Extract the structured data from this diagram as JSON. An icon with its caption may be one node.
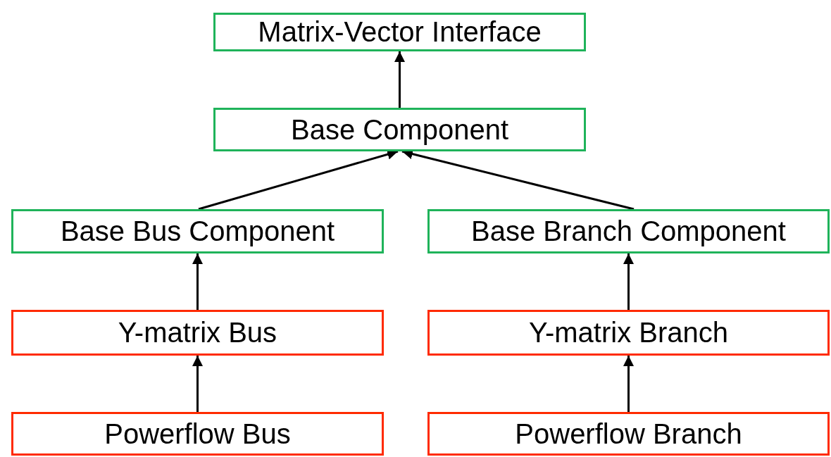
{
  "diagram": {
    "nodes": [
      {
        "text": [
          "Matrix-Vector Interface"
        ]
      },
      {
        "text": [
          "Base Component"
        ]
      },
      {
        "text": [
          "Base Bus Component"
        ]
      },
      {
        "text": [
          "Base Branch Component"
        ]
      },
      {
        "text": [
          "Y-matrix Bus"
        ]
      },
      {
        "text": [
          "Y-matrix Branch"
        ]
      },
      {
        "text": [
          "Powerflow Bus"
        ]
      },
      {
        "text": [
          "Powerflow Branch"
        ]
      }
    ],
    "edges": [
      {
        "from": 1,
        "to": 0,
        "arrow": "to"
      },
      {
        "from": 2,
        "to": 1,
        "arrow": "to"
      },
      {
        "from": 3,
        "to": 1,
        "arrow": "to"
      },
      {
        "from": 4,
        "to": 2,
        "arrow": "to"
      },
      {
        "from": 5,
        "to": 3,
        "arrow": "to"
      },
      {
        "from": 6,
        "to": 4,
        "arrow": "to"
      },
      {
        "from": 7,
        "to": 5,
        "arrow": "to"
      }
    ]
  }
}
